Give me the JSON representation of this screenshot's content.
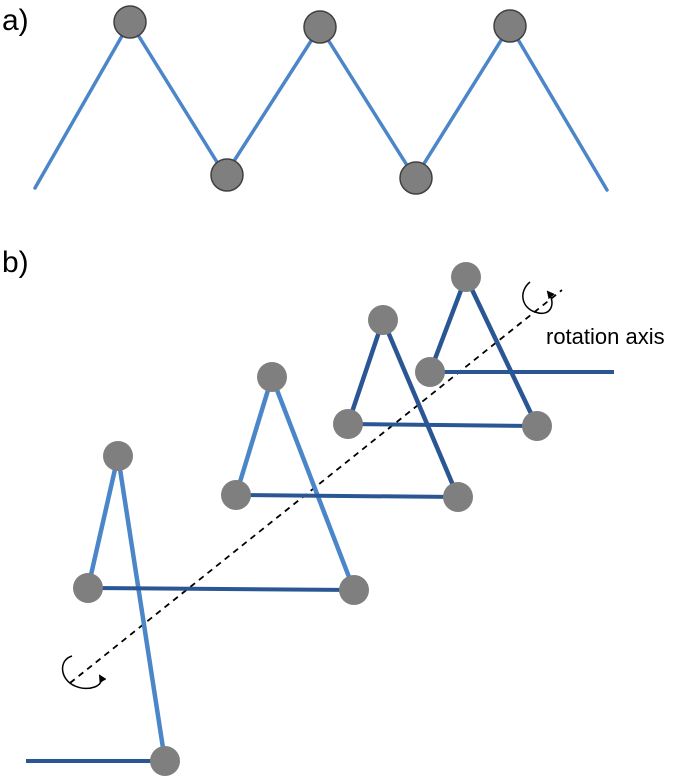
{
  "panels": {
    "a": {
      "label": "a)"
    },
    "b": {
      "label": "b)"
    }
  },
  "annotations": {
    "rotation_axis": "rotation axis"
  },
  "colors": {
    "chain_light": "#4a86c8",
    "chain_dark": "#2a5794",
    "node_fill": "#7f7f7f",
    "node_outline": "#404040",
    "axis_line": "#000000"
  },
  "icons": {
    "rotation_arrow": "curved-rotation-arrow-icon"
  }
}
